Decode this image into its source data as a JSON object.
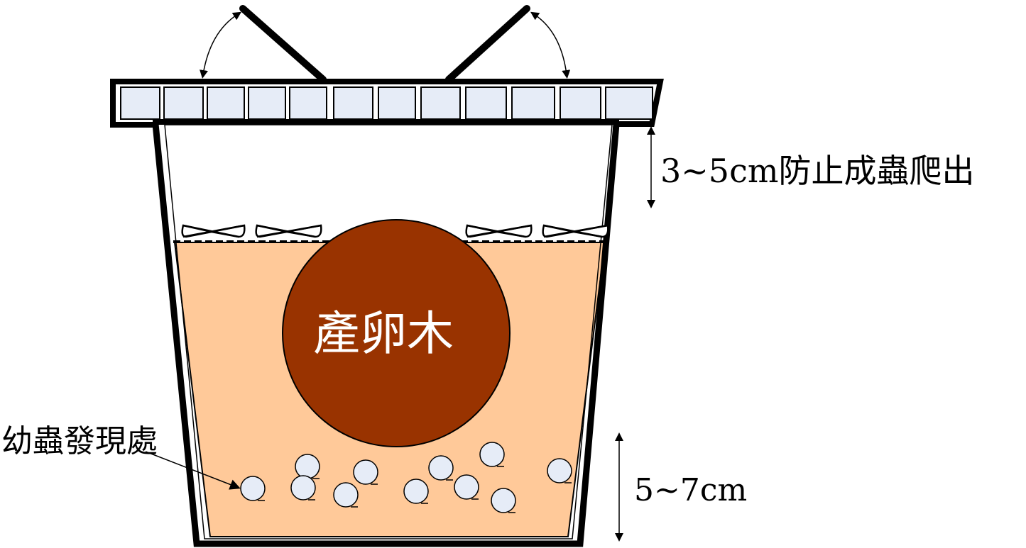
{
  "labels": {
    "top_gap": "3~5cm防止成蟲爬出",
    "log": "產卵木",
    "larva_spot": "幼蟲發現處",
    "substrate_depth": "5~7cm"
  },
  "colors": {
    "outline": "#000000",
    "lid_panel": "#e6ecf7",
    "substrate": "#ffc999",
    "log": "#993300",
    "log_text": "#ffffff",
    "larva": "#e6ecf7",
    "background": "#ffffff"
  },
  "icons": {
    "larva": "larva-circle-icon",
    "leaf": "leaf-icon",
    "arrow": "double-arrow-icon"
  }
}
